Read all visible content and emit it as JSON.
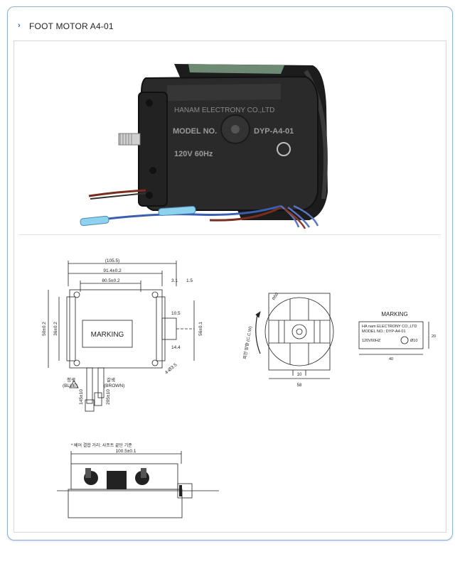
{
  "header": {
    "bullet_icon": "chevron-right-icon",
    "title": "FOOT MOTOR A4-01"
  },
  "photo": {
    "label_line1": "HANAM ELECTRONY CO.,LTD",
    "label_line2": "MODEL NO.",
    "label_model": "DYP-A4-01",
    "label_line3": "120V 60Hz"
  },
  "front_view": {
    "dim_overall": "(105.5)",
    "dim_body": "91.4±0.2",
    "dim_inner": "80.5±0.2",
    "dim_small1": "3.1",
    "dim_small2": "1.5",
    "dim_right1": "10.5",
    "dim_right2": "14.4",
    "dim_left1": "50±0.2",
    "dim_left2": "36±0.2",
    "dim_right_h": "56±0.1",
    "marking": "MARKING",
    "wire_left": "청색",
    "wire_left_en": "(BLUE)",
    "wire_right": "갈색",
    "wire_right_en": "(BROWN)",
    "dim_wire1": "145±10",
    "dim_wire2": "205±10",
    "dim_hole": "4-Ø3.5"
  },
  "side_view": {
    "rotation_label": "회전 방향 (C.C.W)",
    "dim_angle": "R50",
    "dim_bottom1": "10",
    "dim_bottom2": "58"
  },
  "marking_plate": {
    "title": "MARKING",
    "line1": "HA nam ELECTRONY CO.,LTD",
    "line2": "MODEL NO.: DYP-A4-01",
    "line3": "120V60HZ",
    "dim_w": "40",
    "dim_h": "20",
    "dim_circle": "Ø10"
  },
  "section_view": {
    "note": "* 베어 결합 거리: 샤프트 끝단 기준",
    "dim_length": "100.5±0.1"
  }
}
